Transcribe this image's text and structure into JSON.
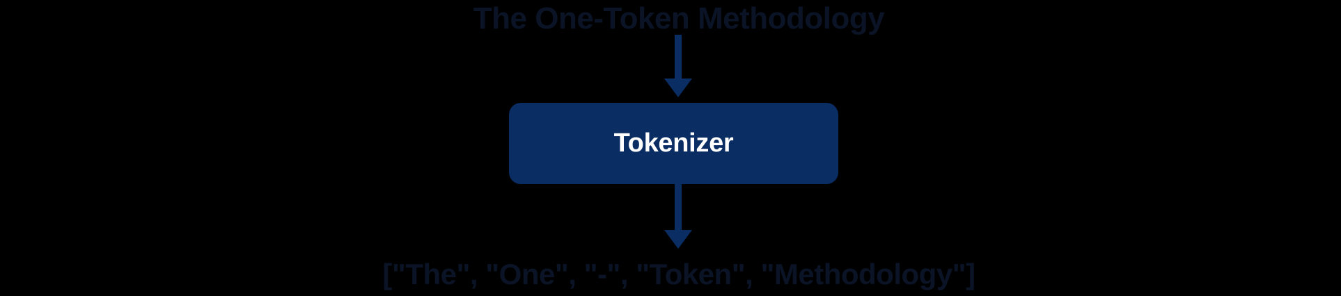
{
  "diagram": {
    "title": "The One-Token Methodology",
    "background_color": "#000000",
    "accent_color": "#0a2d63",
    "text_color": "#0b1426",
    "node_label_color": "#ffffff",
    "input_arrow": {
      "icon": "arrow-down-icon",
      "direction": "down",
      "color": "#0a2d63"
    },
    "node": {
      "label": "Tokenizer",
      "fill_color": "#0a2d63",
      "label_color": "#ffffff"
    },
    "output_arrow": {
      "icon": "arrow-down-icon",
      "direction": "down",
      "color": "#0a2d63"
    },
    "output": {
      "text": "[\"The\", \"One\", \"-\", \"Token\", \"Methodology\"]",
      "tokens": [
        "The",
        "One",
        "-",
        "Token",
        "Methodology"
      ]
    }
  }
}
